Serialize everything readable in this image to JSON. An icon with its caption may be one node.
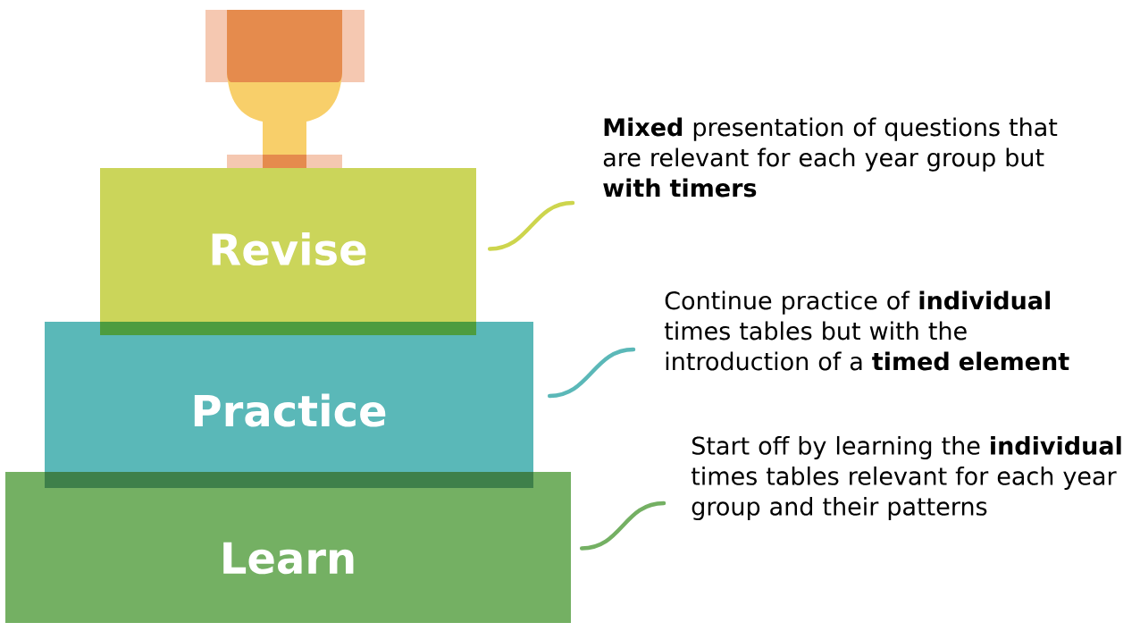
{
  "diagram": {
    "nodes": [
      {
        "text": [
          "Revise"
        ]
      },
      {
        "text": [
          "Practice"
        ]
      },
      {
        "text": [
          "Learn"
        ]
      },
      {
        "text": [
          "**Mixed** presentation of questions that are relevant for each year group but **with timers**"
        ]
      },
      {
        "text": [
          "Continue practice of **individual** times tables but with the introduction of a **timed element**"
        ]
      },
      {
        "text": [
          "Start off by learning the **individual** times tables relevant for each year group and their patterns"
        ]
      }
    ],
    "edges": [
      {
        "from": 3,
        "to": 0,
        "arrow": "none",
        "color": "#cdd54d"
      },
      {
        "from": 4,
        "to": 1,
        "arrow": "none",
        "color": "#5bb8b8"
      },
      {
        "from": 5,
        "to": 2,
        "arrow": "none",
        "color": "#74b063"
      }
    ]
  }
}
